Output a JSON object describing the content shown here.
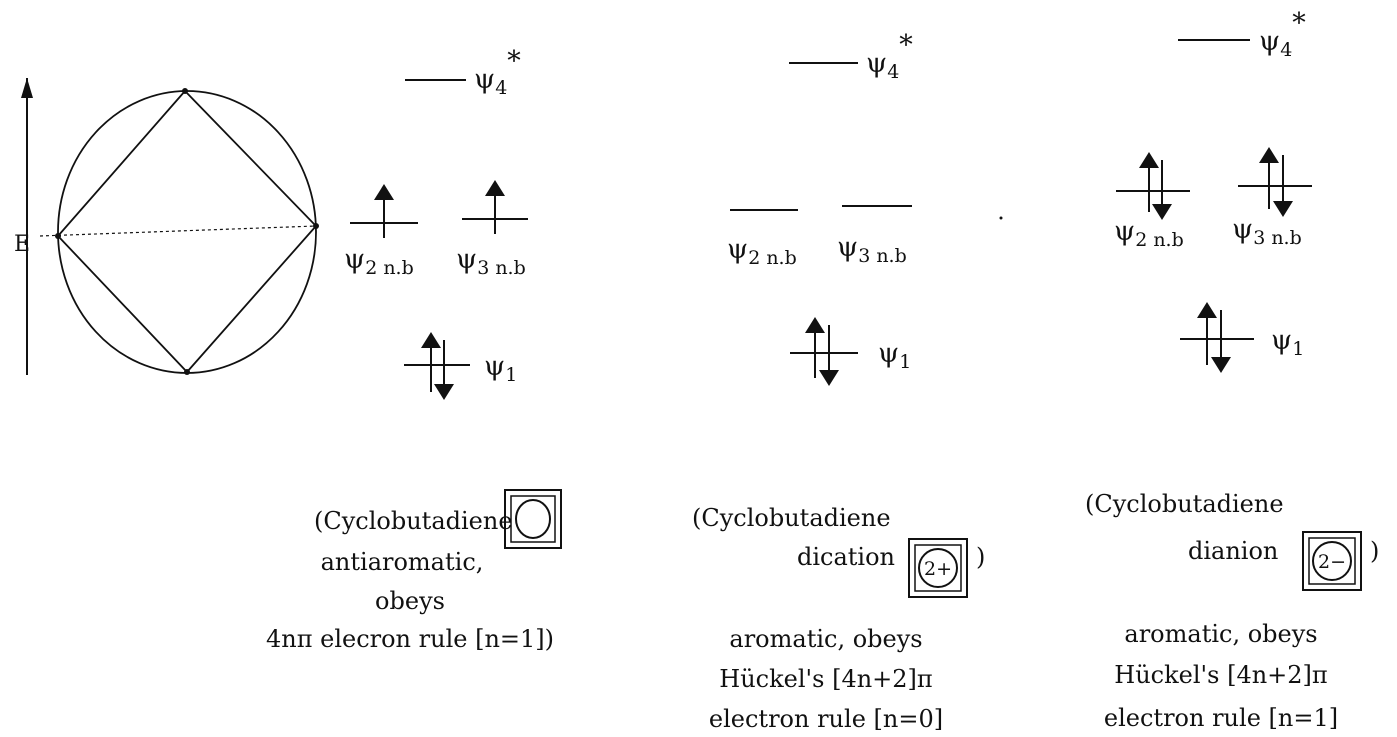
{
  "energy_axis_label": "E",
  "orbitals": {
    "psi4": {
      "symbol": "ψ",
      "index": "4",
      "star": "*"
    },
    "psi2": {
      "symbol": "ψ",
      "index": "2 n.b"
    },
    "psi3": {
      "symbol": "ψ",
      "index": "3 n.b"
    },
    "psi1": {
      "symbol": "ψ",
      "index": "1"
    }
  },
  "species": [
    {
      "key": "neutral",
      "caption": [
        "(Cyclobutadiene",
        "antiaromatic,",
        "obeys",
        "4nπ elecron rule [n=1])"
      ],
      "ring_charge": "",
      "closing_paren": "",
      "psi2_electrons": 1,
      "psi3_electrons": 1,
      "psi1_electrons": 2,
      "rule": []
    },
    {
      "key": "dication",
      "caption": [
        "(Cyclobutadiene",
        "dication"
      ],
      "ring_charge": "2+",
      "closing_paren": ")",
      "psi2_electrons": 0,
      "psi3_electrons": 0,
      "psi1_electrons": 2,
      "rule": [
        "aromatic, obeys",
        "Hückel's [4n+2]π",
        "electron rule [n=0]"
      ]
    },
    {
      "key": "dianion",
      "caption": [
        "(Cyclobutadiene",
        "dianion"
      ],
      "ring_charge": "2−",
      "closing_paren": ")",
      "psi2_electrons": 2,
      "psi3_electrons": 2,
      "psi1_electrons": 2,
      "rule": [
        "aromatic, obeys",
        "Hückel's [4n+2]π",
        "electron rule [n=1]"
      ]
    }
  ],
  "colors": {
    "ink": "#111111",
    "background": "#ffffff"
  }
}
